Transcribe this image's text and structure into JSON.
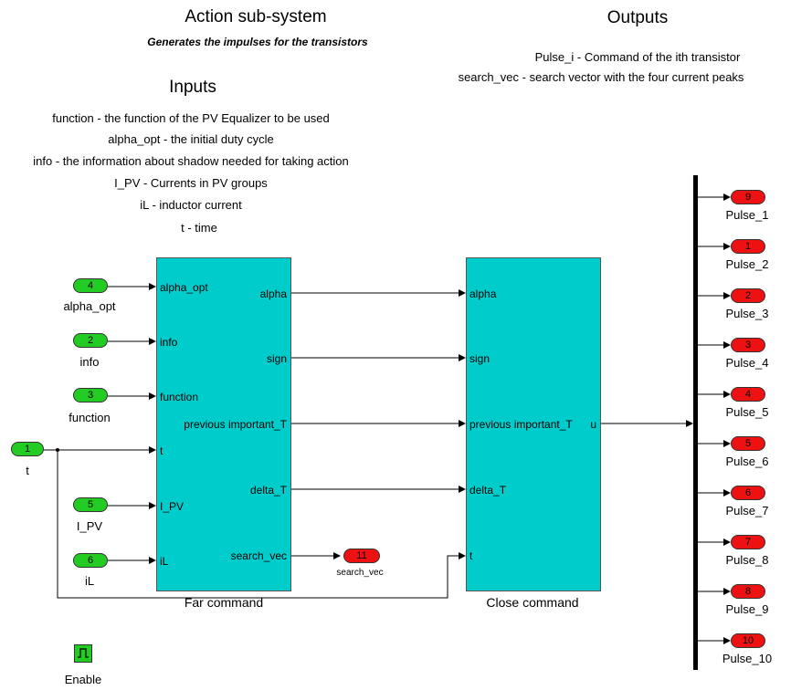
{
  "header": {
    "title": "Action sub-system",
    "subtitle": "Generates the impulses for the transistors"
  },
  "inputs_section": {
    "title": "Inputs",
    "lines": [
      "function - the function of the PV Equalizer to be used",
      "alpha_opt - the initial duty cycle",
      "info - the information about shadow needed for  taking action",
      "I_PV - Currents in PV groups",
      "iL - inductor current",
      "t - time"
    ]
  },
  "outputs_section": {
    "title": "Outputs",
    "lines": [
      "Pulse_i - Command of the ith transistor",
      "search_vec - search vector with the four current peaks"
    ]
  },
  "inports": [
    {
      "num": "4",
      "name": "alpha_opt"
    },
    {
      "num": "2",
      "name": "info"
    },
    {
      "num": "3",
      "name": "function"
    },
    {
      "num": "1",
      "name": "t"
    },
    {
      "num": "5",
      "name": "I_PV"
    },
    {
      "num": "6",
      "name": "iL"
    }
  ],
  "far_command": {
    "name": "Far command",
    "inputs": [
      "alpha_opt",
      "info",
      "function",
      "t",
      "I_PV",
      "iL"
    ],
    "outputs": [
      "alpha",
      "sign",
      "previous important_T",
      "delta_T",
      "search_vec"
    ]
  },
  "close_command": {
    "name": "Close command",
    "inputs": [
      "alpha",
      "sign",
      "previous important_T",
      "delta_T",
      "t"
    ],
    "output": "u"
  },
  "search_vec_out": {
    "num": "11",
    "name": "search_vec"
  },
  "outports": [
    {
      "num": "9",
      "name": "Pulse_1"
    },
    {
      "num": "1",
      "name": "Pulse_2"
    },
    {
      "num": "2",
      "name": "Pulse_3"
    },
    {
      "num": "3",
      "name": "Pulse_4"
    },
    {
      "num": "4",
      "name": "Pulse_5"
    },
    {
      "num": "5",
      "name": "Pulse_6"
    },
    {
      "num": "6",
      "name": "Pulse_7"
    },
    {
      "num": "7",
      "name": "Pulse_8"
    },
    {
      "num": "8",
      "name": "Pulse_9"
    },
    {
      "num": "10",
      "name": "Pulse_10"
    }
  ],
  "enable": {
    "label": "Enable"
  },
  "colors": {
    "block": "#00cccc",
    "inport": "#22cc22",
    "outport": "#ee1111"
  }
}
